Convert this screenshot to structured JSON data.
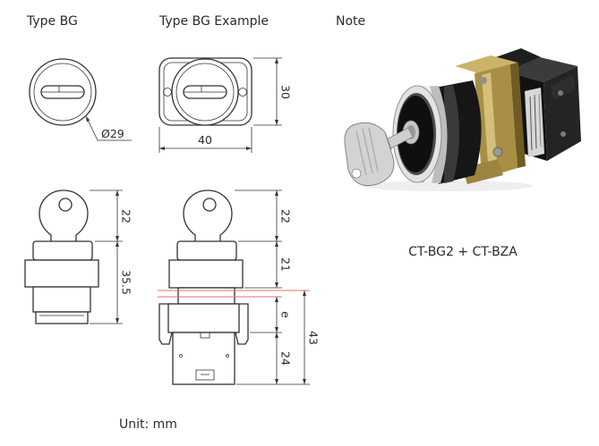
{
  "headings": {
    "type_bg": "Type BG",
    "type_bg_example": "Type BG Example",
    "note": "Note"
  },
  "type_bg_top_view": {
    "diameter_label": "Ø29"
  },
  "type_bg_example_top_view": {
    "height_label": "30",
    "width_label": "40"
  },
  "type_bg_side_view": {
    "key_height_label": "22",
    "body_height_label": "35.5"
  },
  "type_bg_example_side_view": {
    "key_height_label": "22",
    "body_height_label": "21",
    "panel_label": "e",
    "contact_block_label": "24",
    "overall_label": "43"
  },
  "note": {
    "model": "CT-BG2 + CT-BZA"
  },
  "footer": {
    "unit": "Unit: mm"
  },
  "colors": {
    "line": "#333333",
    "panel_line": "#e07070",
    "text": "#2b2b2b",
    "bracket": "#b39a4e",
    "contact_block": "#141414",
    "chrome": "#e3e3e3"
  }
}
